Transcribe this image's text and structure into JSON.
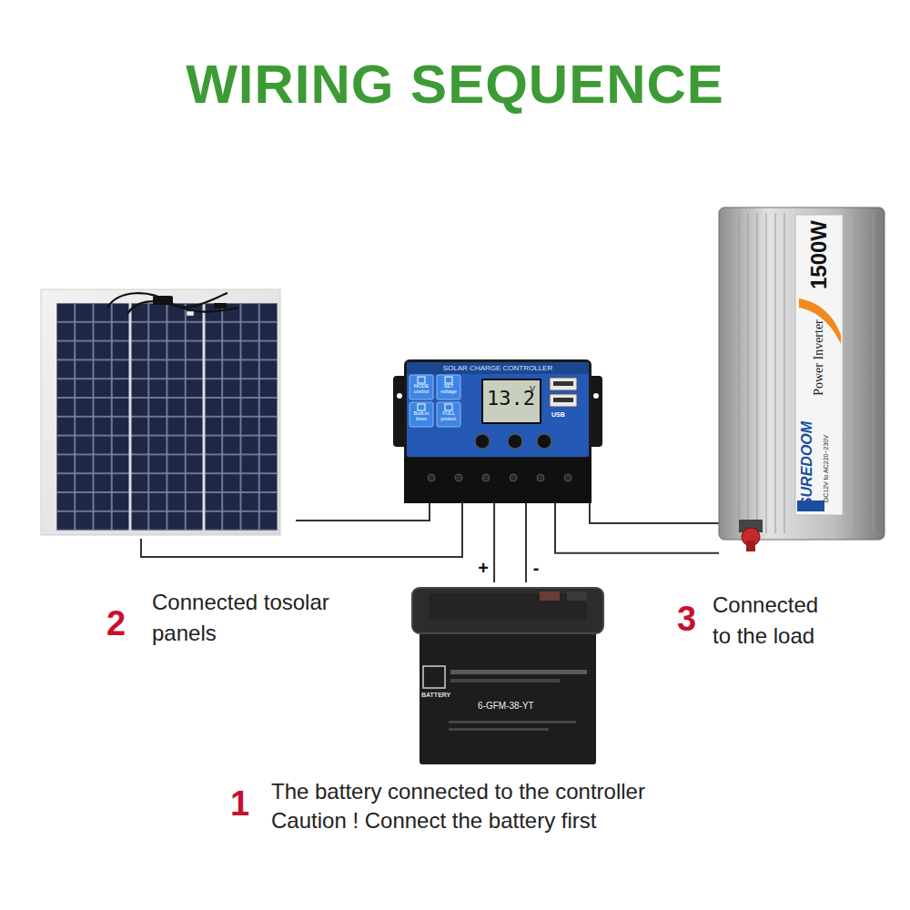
{
  "diagram": {
    "title": "WIRING SEQUENCE",
    "nodes": [
      {
        "text": [
          "SOLAR CHARGE CONTROLLER",
          "13.2",
          "V",
          "MODE control",
          "SET voltage",
          "Built-in timer",
          "FULL protect",
          "USB"
        ]
      },
      {
        "text": [
          "BATTERY",
          "6-GFM-38-YT"
        ]
      },
      {
        "text": [
          "1500W",
          "Power Inverter",
          "SUREDOOM",
          "DC12V to AC220~230V"
        ]
      }
    ],
    "edges": [
      {
        "from": 0,
        "to": 1,
        "arrow": "none",
        "label": "+"
      },
      {
        "from": 0,
        "to": 1,
        "arrow": "none",
        "label": "-"
      },
      {
        "from": 0,
        "to": 2,
        "arrow": "none"
      },
      {
        "from": 0,
        "to": 2,
        "arrow": "none"
      }
    ],
    "labels": [
      "2",
      "Connected tosolar panels",
      "3",
      "Connected to the load",
      "1",
      "The battery connected to the controller",
      "Caution ! Connect the battery first"
    ]
  }
}
